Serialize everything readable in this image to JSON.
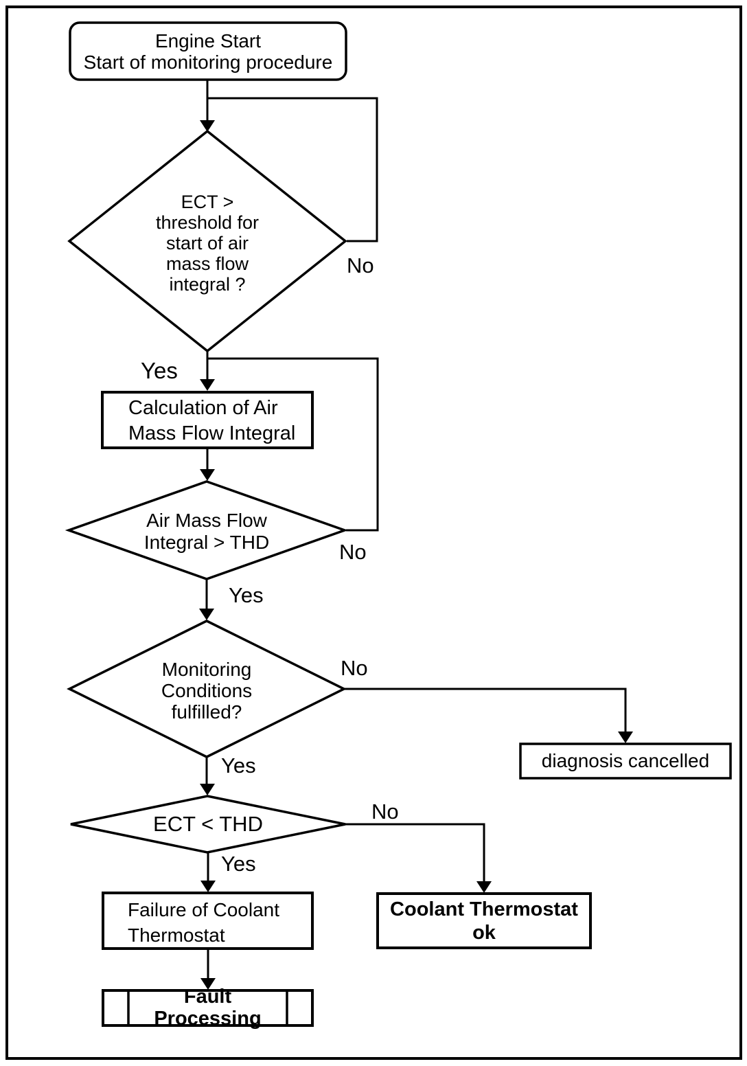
{
  "diagram": {
    "nodes": {
      "start": {
        "text": "Engine Start\nStart of monitoring procedure"
      },
      "ect_threshold_decision": {
        "text": "ECT >\nthreshold for\nstart of air\nmass flow\nintegral ?"
      },
      "calc_air_mass": {
        "text": "Calculation of Air\nMass Flow Integral"
      },
      "air_mass_integral_decision": {
        "text": "Air Mass Flow\nIntegral > THD"
      },
      "monitoring_conditions_decision": {
        "text": "Monitoring\nConditions\nfulfilled?"
      },
      "diagnosis_cancelled": {
        "text": "diagnosis cancelled"
      },
      "ect_thd_decision": {
        "text": "ECT < THD"
      },
      "failure_coolant_thermostat": {
        "text": "Failure of Coolant\nThermostat"
      },
      "coolant_thermostat_ok": {
        "text": "Coolant Thermostat\nok"
      },
      "fault_processing": {
        "text": "Fault Processing"
      }
    },
    "edge_labels": {
      "no1": "No",
      "yes1": "Yes",
      "no2": "No",
      "yes2": "Yes",
      "no3": "No",
      "yes3": "Yes",
      "no4": "No",
      "yes4": "Yes"
    },
    "colors": {
      "line": "#000000",
      "background": "#ffffff"
    }
  }
}
